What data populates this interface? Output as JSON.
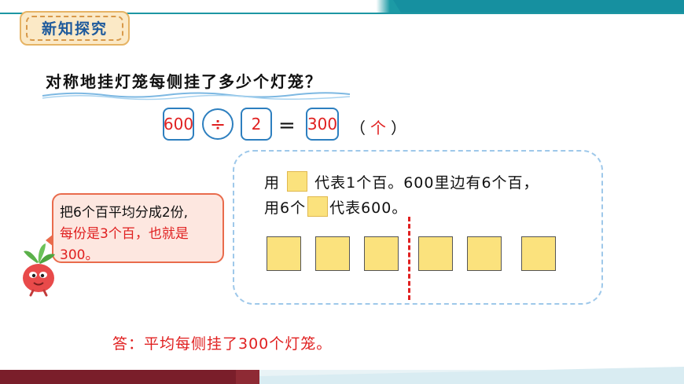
{
  "header": {
    "title": "新知探究"
  },
  "question": "对称地挂灯笼每侧挂了多少个灯笼？",
  "equation": {
    "dividend": "600",
    "operator": "÷",
    "divisor": "2",
    "equals": "=",
    "result": "300",
    "unit_open": "（",
    "unit": "个",
    "unit_close": "）"
  },
  "panel": {
    "line1_a": "用",
    "line1_b": "代表1个百。600里边有6个百，",
    "line2_a": "用6个",
    "line2_b": "代表600。",
    "squares_count": 6
  },
  "bubble": {
    "line1": "把6个百平均分成2份,",
    "line2": "每份是3个百，也就是",
    "line3": "300。"
  },
  "answer": "答：平均每侧挂了300个灯笼。",
  "colors": {
    "accent_teal": "#1c9aa5",
    "accent_red": "#e02020",
    "square_fill": "#fbe27d",
    "box_border": "#2d7fbf",
    "bottom_maroon": "#7a1e2a"
  }
}
